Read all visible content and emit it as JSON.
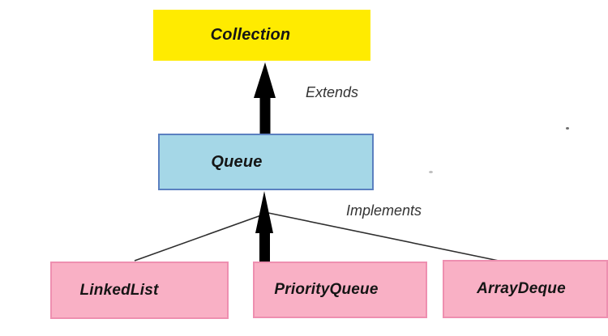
{
  "colors": {
    "background": "#ffffff",
    "collection_fill": "#ffeb00",
    "queue_fill": "#a5d7e7",
    "queue_border": "#5b80c0",
    "impl_fill": "#f9b0c5",
    "impl_border": "#ee8fb0",
    "arrow": "#000000",
    "line": "#2e2e2e",
    "node_text": "#151515",
    "label_text": "#333333"
  },
  "nodes": {
    "collection": {
      "label": "Collection"
    },
    "queue": {
      "label": "Queue"
    },
    "linkedlist": {
      "label": "LinkedList"
    },
    "priorityqueue": {
      "label": "PriorityQueue"
    },
    "arraydeque": {
      "label": "ArrayDeque"
    }
  },
  "edges": {
    "extends_label": "Extends",
    "implements_label": "Implements"
  },
  "relations": [
    {
      "from": "Queue",
      "to": "Collection",
      "type": "Extends"
    },
    {
      "from": "LinkedList",
      "to": "Queue",
      "type": "Implements"
    },
    {
      "from": "PriorityQueue",
      "to": "Queue",
      "type": "Implements"
    },
    {
      "from": "ArrayDeque",
      "to": "Queue",
      "type": "Implements"
    }
  ]
}
